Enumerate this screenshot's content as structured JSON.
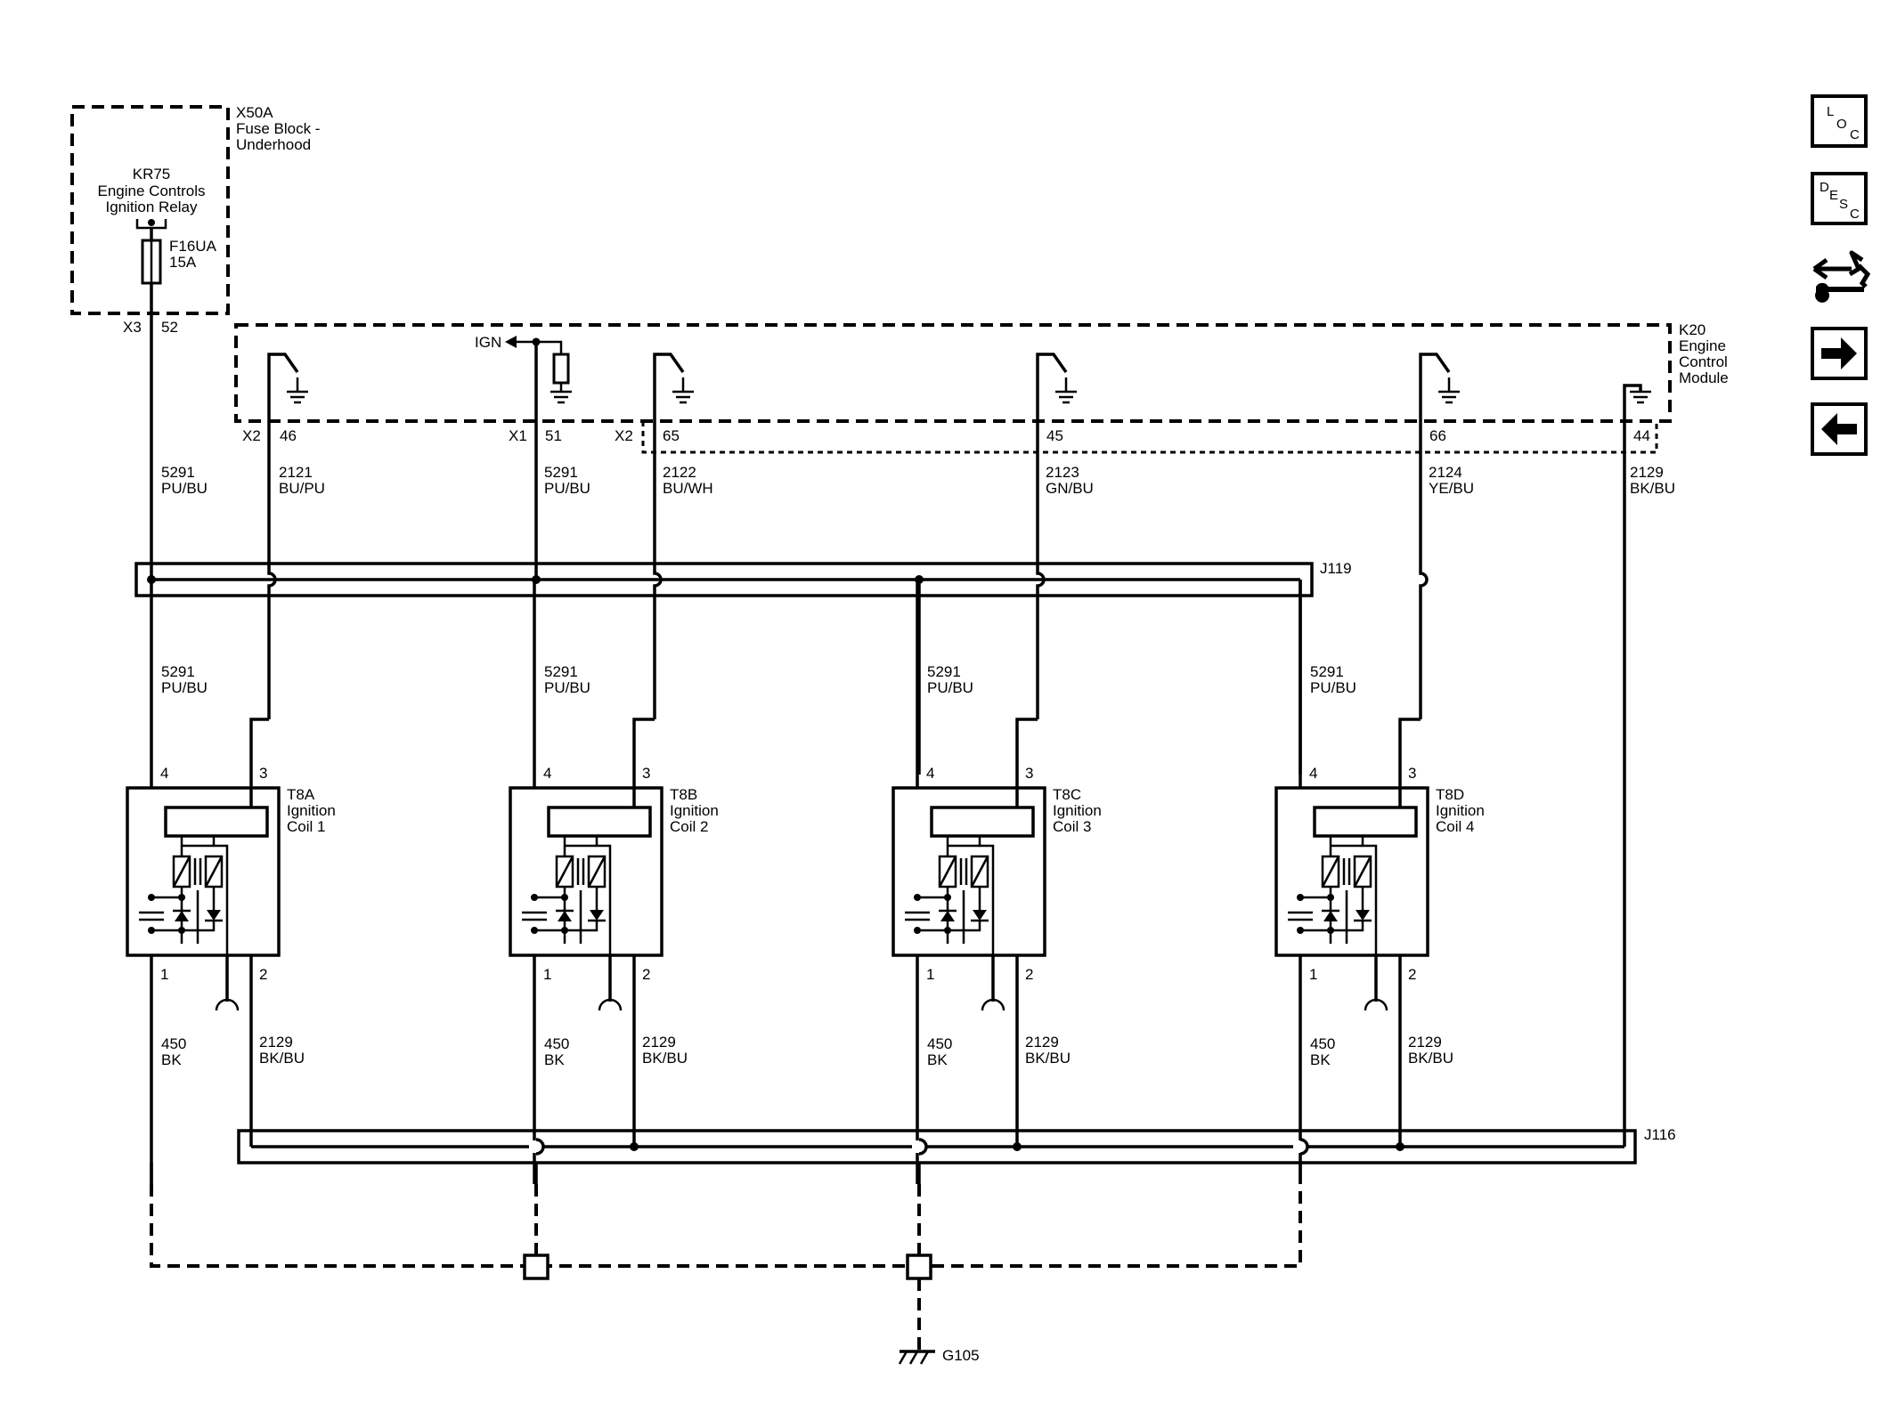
{
  "fuse_block": {
    "id": "X50A",
    "name_line1": "Fuse Block -",
    "name_line2": "Underhood"
  },
  "relay": {
    "id": "KR75",
    "name_line1": "Engine Controls",
    "name_line2": "Ignition Relay"
  },
  "fuse": {
    "id": "F16UA",
    "rating": "15A"
  },
  "fuse_block_connector": {
    "conn": "X3",
    "pin": "52"
  },
  "ecm": {
    "id": "K20",
    "name_line1": "Engine",
    "name_line2": "Control",
    "name_line3": "Module",
    "ign_label": "IGN"
  },
  "ecm_connectors": {
    "x2": "X2",
    "p46": "46",
    "x1": "X1",
    "p51": "51",
    "x2b": "X2",
    "p65": "65",
    "p45": "45",
    "p66": "66",
    "p44": "44"
  },
  "wires": {
    "w5291_a": {
      "circuit": "5291",
      "color": "PU/BU"
    },
    "w2121": {
      "circuit": "2121",
      "color": "BU/PU"
    },
    "w5291_b": {
      "circuit": "5291",
      "color": "PU/BU"
    },
    "w2122": {
      "circuit": "2122",
      "color": "BU/WH"
    },
    "w2123": {
      "circuit": "2123",
      "color": "GN/BU"
    },
    "w2124": {
      "circuit": "2124",
      "color": "YE/BU"
    },
    "w2129_top": {
      "circuit": "2129",
      "color": "BK/BU"
    }
  },
  "splices": {
    "j119": "J119",
    "j116": "J116"
  },
  "coils": [
    {
      "id": "T8A",
      "line1": "Ignition",
      "line2": "Coil 1",
      "pin4": "4",
      "pin3": "3",
      "pin1": "1",
      "pin2": "2",
      "feed_circuit": "5291",
      "feed_color": "PU/BU",
      "gnd_circuit": "450",
      "gnd_color": "BK",
      "ref_circuit": "2129",
      "ref_color": "BK/BU"
    },
    {
      "id": "T8B",
      "line1": "Ignition",
      "line2": "Coil 2",
      "pin4": "4",
      "pin3": "3",
      "pin1": "1",
      "pin2": "2",
      "feed_circuit": "5291",
      "feed_color": "PU/BU",
      "gnd_circuit": "450",
      "gnd_color": "BK",
      "ref_circuit": "2129",
      "ref_color": "BK/BU"
    },
    {
      "id": "T8C",
      "line1": "Ignition",
      "line2": "Coil 3",
      "pin4": "4",
      "pin3": "3",
      "pin1": "1",
      "pin2": "2",
      "feed_circuit": "5291",
      "feed_color": "PU/BU",
      "gnd_circuit": "450",
      "gnd_color": "BK",
      "ref_circuit": "2129",
      "ref_color": "BK/BU"
    },
    {
      "id": "T8D",
      "line1": "Ignition",
      "line2": "Coil 4",
      "pin4": "4",
      "pin3": "3",
      "pin1": "1",
      "pin2": "2",
      "feed_circuit": "5291",
      "feed_color": "PU/BU",
      "gnd_circuit": "450",
      "gnd_color": "BK",
      "ref_circuit": "2129",
      "ref_color": "BK/BU"
    }
  ],
  "ground": {
    "id": "G105"
  },
  "nav": {
    "loc": {
      "l1": "L",
      "l2": "O",
      "l3": "C"
    },
    "desc": {
      "l1": "D",
      "l2": "E",
      "l3": "S",
      "l4": "C"
    }
  },
  "icons": {
    "service": "service-procedure-icon",
    "next": "arrow-right-icon",
    "prev": "arrow-left-icon"
  }
}
